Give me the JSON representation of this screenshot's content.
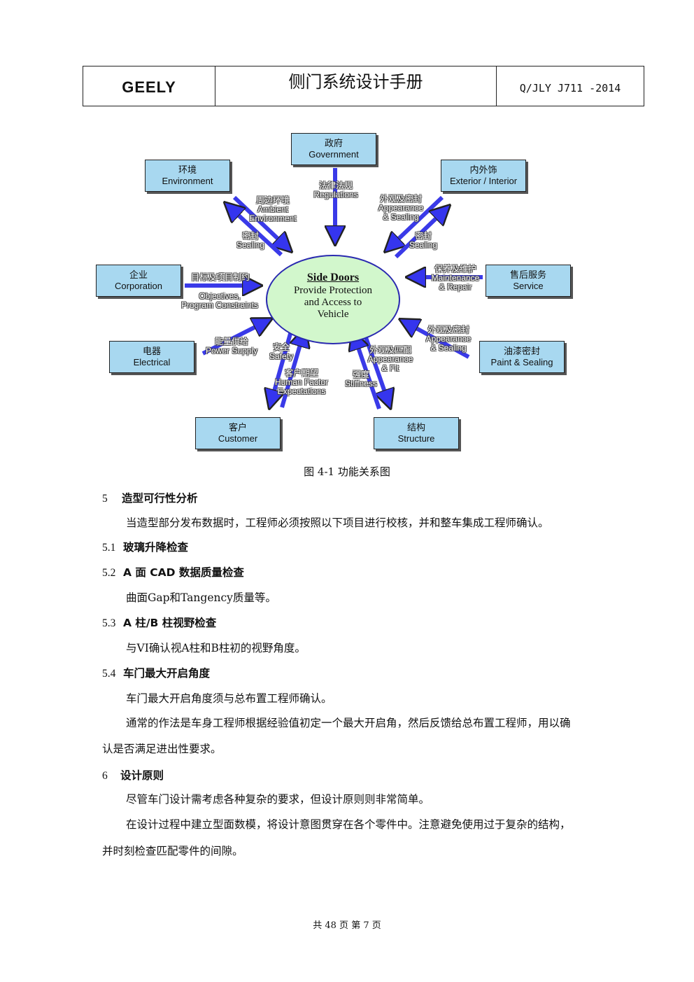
{
  "header": {
    "logo": "GEELY",
    "title": "侧门系统设计手册",
    "code": "Q/JLY J711    -2014"
  },
  "diagram": {
    "center": {
      "title": "Side Doors",
      "line1": "Provide Protection",
      "line2": "and Access to",
      "line3": "Vehicle"
    },
    "nodes": {
      "government": {
        "zh": "政府",
        "en": "Government"
      },
      "environment": {
        "zh": "环境",
        "en": "Environment"
      },
      "exterior": {
        "zh": "内外饰",
        "en": "Exterior / Interior"
      },
      "corporation": {
        "zh": "企业",
        "en": "Corporation"
      },
      "service": {
        "zh": "售后服务",
        "en": "Service"
      },
      "electrical": {
        "zh": "电器",
        "en": "Electrical"
      },
      "paint": {
        "zh": "油漆密封",
        "en": "Paint & Sealing"
      },
      "customer": {
        "zh": "客户",
        "en": "Customer"
      },
      "structure": {
        "zh": "结构",
        "en": "Structure"
      }
    },
    "labels": {
      "regulations": "法律法规\nRegulations",
      "ambient": "周边环境\nAmbient\nEnvironment",
      "sealing_left": "密封\nSealing",
      "appearance_top": "外观及密封\nAppearance\n& Sealing",
      "sealing_right": "密封\nSealing",
      "objectives_zh": "目标及项目制约",
      "objectives_en": "Objectives,\nProgram Constraints",
      "maintenance": "保养及维护\nMaintenance\n& Repair",
      "power": "能量供给\nPower Supply",
      "safety": "安全\nSafety",
      "human": "客户期望\nHuman Factor\nExpectations",
      "appearance_fit": "外观及匹配\nAppearance\n& Fit",
      "stiffness": "强度\nStiffness",
      "appearance_right": "外观及密封\nAppearance\n& Sealing"
    },
    "caption": "图 4-1 功能关系图"
  },
  "content": {
    "s5_num": "5",
    "s5_title": "造型可行性分析",
    "s5_text": "当造型部分发布数据时，工程师必须按照以下项目进行校核，并和整车集成工程师确认。",
    "s51_num": "5.1",
    "s51_title": "玻璃升降检查",
    "s52_num": "5.2",
    "s52_title": "A 面 CAD 数据质量检查",
    "s52_text": "曲面Gap和Tangency质量等。",
    "s53_num": "5.3",
    "s53_title": "A 柱/B 柱视野检查",
    "s53_text": "与VI确认视A柱和B柱初的视野角度。",
    "s54_num": "5.4",
    "s54_title": "车门最大开启角度",
    "s54_text1": "车门最大开启角度须与总布置工程师确认。",
    "s54_text2a": "通常的作法是车身工程师根据经验值初定一个最大开启角，然后反馈给总布置工程师，用以确",
    "s54_text2b": "认是否满足进出性要求。",
    "s6_num": "6",
    "s6_title": "设计原则",
    "s6_text1": "尽管车门设计需考虑各种复杂的要求，但设计原则则非常简单。",
    "s6_text2a": "在设计过程中建立型面数模，将设计意图贯穿在各个零件中。注意避免使用过于复杂的结构，",
    "s6_text2b": "并时刻检查匹配零件的间隙。"
  },
  "footer": "共 48 页  第  7 页"
}
